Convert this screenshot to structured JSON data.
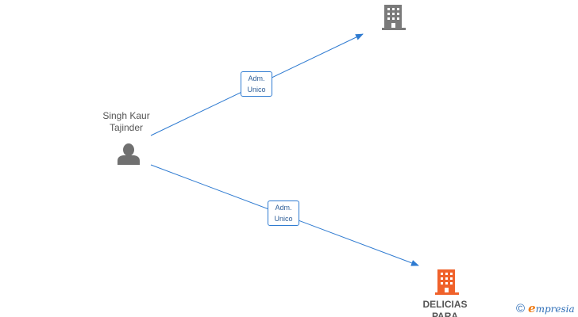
{
  "colors": {
    "edge": "#2f7bd1",
    "person_icon": "#707070",
    "company_gray": "#7a7a7a",
    "company_highlight": "#f0622b",
    "text": "#555555",
    "brand_e": "#f07f1a",
    "brand_text": "#2f6fb8"
  },
  "person": {
    "name_line1": "Singh Kaur",
    "name_line2": "Tajinder",
    "icon": "person-icon"
  },
  "relations": [
    {
      "label_line1": "Adm.",
      "label_line2": "Unico"
    },
    {
      "label_line1": "Adm.",
      "label_line2": "Unico"
    }
  ],
  "companies": [
    {
      "name_line1": "",
      "name_line2": "",
      "icon": "building-icon"
    },
    {
      "name_line1": "DELICIAS",
      "name_line2": "PARA",
      "icon": "building-icon"
    }
  ],
  "brand": {
    "copyright": "©",
    "first_letter": "e",
    "rest": "mpresia"
  }
}
